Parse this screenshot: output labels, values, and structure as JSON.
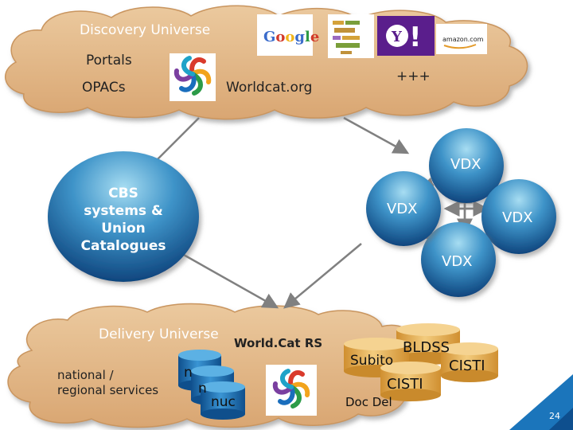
{
  "top_cloud": {
    "title": "Discovery Universe",
    "portals": "Portals",
    "opacs": "OPACs",
    "worldcat": "Worldcat.org",
    "plus": "+++",
    "logos": [
      "Google",
      "Yahoo!",
      "amazon.com"
    ]
  },
  "cbs": {
    "line1": "CBS",
    "line2": "systems &",
    "line3": "Union",
    "line4": "Catalogues"
  },
  "vdx": {
    "top": "VDX",
    "left": "VDX",
    "right": "VDX",
    "bottom": "VDX"
  },
  "bottom_cloud": {
    "title": "Delivery Universe",
    "worldcat_rs": "World.Cat RS",
    "national_line1": "national /",
    "national_line2": "regional services",
    "nuc_back": "n",
    "nuc_mid": "n",
    "nuc_front": "nuc",
    "bldss": "BLDSS",
    "subito": "Subito",
    "cisti_right": "CISTI",
    "cisti_front": "CISTI",
    "doc_del": "Doc Del"
  },
  "page_number": "24",
  "colors": {
    "cloud_fill": "#E2B786",
    "cloud_stroke": "#C08B55",
    "sphere_light": "#8FD0EC",
    "sphere_dark": "#0E4F8E",
    "cylinder_blue": "#1E74BC",
    "cylinder_gold": "#E9B25A",
    "arrow": "#808080",
    "corner_blue": "#1B75BB"
  }
}
